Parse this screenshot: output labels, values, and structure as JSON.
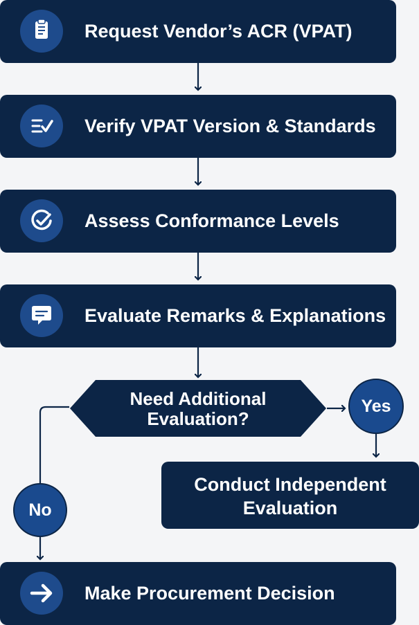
{
  "steps": [
    {
      "label": "Request Vendor’s ACR (VPAT)",
      "icon": "clipboard-icon"
    },
    {
      "label": "Verify VPAT Version & Standards",
      "icon": "checklist-icon"
    },
    {
      "label": "Assess Conformance Levels",
      "icon": "check-circle-icon"
    },
    {
      "label": "Evaluate Remarks & Explanations",
      "icon": "speech-bubble-icon"
    }
  ],
  "decision": {
    "line1": "Need Additional",
    "line2": "Evaluation?"
  },
  "yes_label": "Yes",
  "no_label": "No",
  "conduct": {
    "line1": "Conduct Independent",
    "line2": "Evaluation"
  },
  "final_step": {
    "label": "Make Procurement Decision",
    "icon": "arrow-right-icon"
  },
  "colors": {
    "box": "#0c2546",
    "icon_circle": "#1e4b8c",
    "badge": "#1a4a8e",
    "background": "#f4f5f7",
    "text": "#ffffff"
  }
}
